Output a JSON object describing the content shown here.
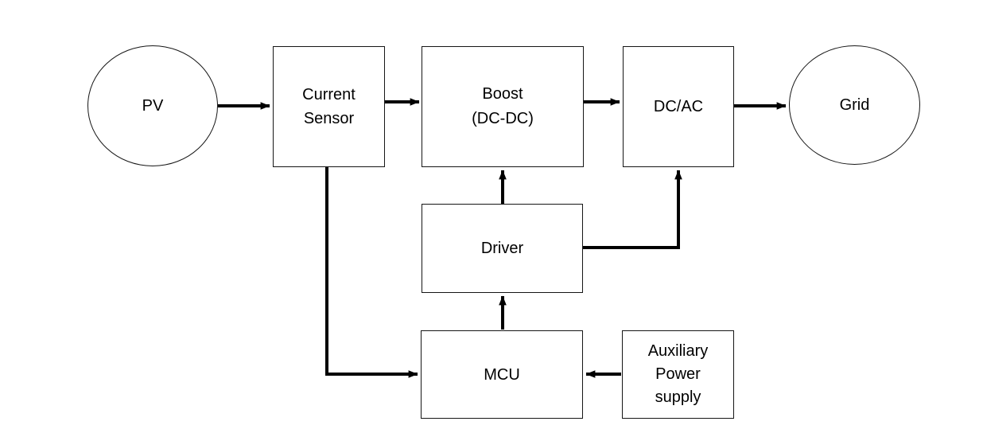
{
  "diagram": {
    "nodes": {
      "pv": {
        "label": "PV",
        "shape": "ellipse"
      },
      "current_sensor": {
        "lines": [
          "Current",
          "Sensor"
        ],
        "shape": "rect"
      },
      "boost": {
        "lines": [
          "Boost",
          "(DC-DC)"
        ],
        "shape": "rect"
      },
      "dc_ac": {
        "label": "DC/AC",
        "shape": "rect"
      },
      "grid": {
        "label": "Grid",
        "shape": "ellipse"
      },
      "driver": {
        "label": "Driver",
        "shape": "rect"
      },
      "mcu": {
        "label": "MCU",
        "shape": "rect"
      },
      "aux_power": {
        "lines": [
          "Auxiliary",
          "Power",
          "supply"
        ],
        "shape": "rect"
      }
    },
    "edges": [
      {
        "from": "PV",
        "to": "Current Sensor"
      },
      {
        "from": "Current Sensor",
        "to": "Boost (DC-DC)"
      },
      {
        "from": "Boost (DC-DC)",
        "to": "DC/AC"
      },
      {
        "from": "DC/AC",
        "to": "Grid"
      },
      {
        "from": "Driver",
        "to": "Boost (DC-DC)"
      },
      {
        "from": "Driver",
        "to": "DC/AC"
      },
      {
        "from": "MCU",
        "to": "Driver"
      },
      {
        "from": "Current Sensor",
        "to": "MCU"
      },
      {
        "from": "Auxiliary Power supply",
        "to": "MCU"
      }
    ],
    "colors": {
      "background": "#ffffff",
      "shape_outline": "#161616",
      "arrow": "#000000",
      "text": "#000000"
    }
  }
}
